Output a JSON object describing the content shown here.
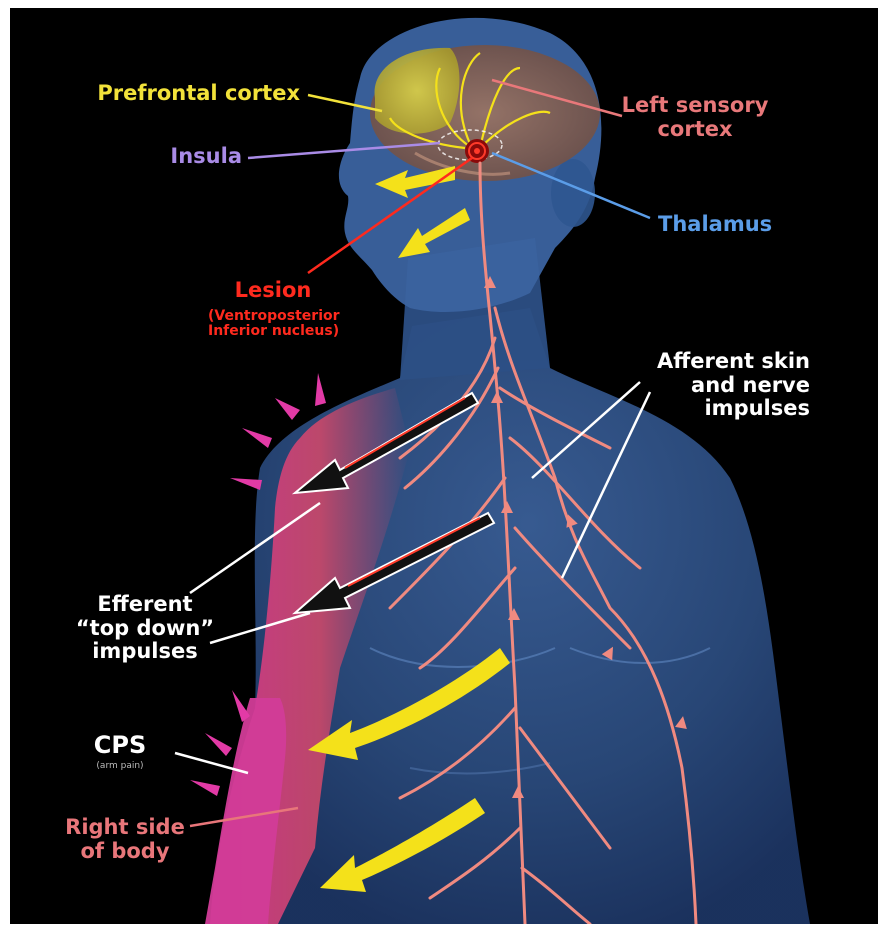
{
  "labels": {
    "prefrontal": "Prefrontal cortex",
    "insula": "Insula",
    "left_sensory_1": "Left sensory",
    "left_sensory_2": "cortex",
    "thalamus": "Thalamus",
    "lesion": "Lesion",
    "lesion_sub_1": "(Ventroposterior",
    "lesion_sub_2": "Inferior nucleus)",
    "afferent_1": "Afferent skin",
    "afferent_2": "and nerve",
    "afferent_3": "impulses",
    "efferent_1": "Efferent",
    "efferent_2": "“top down”",
    "efferent_3": "impulses",
    "cps": "CPS",
    "cps_sub": "(arm pain)",
    "right_side_1": "Right side",
    "right_side_2": "of body"
  },
  "colors": {
    "background": "#000000",
    "prefrontal": "#f2e23a",
    "insula": "#a98be6",
    "left_sensory": "#e8787a",
    "thalamus": "#5b9de8",
    "lesion": "#ff2a1e",
    "white_label": "#ffffff",
    "cps_sub": "#bbbbbb",
    "right_side": "#e8767a",
    "nerve": "#f08a80",
    "yellow_arrow": "#f4e11a",
    "pain_marks": "#e23aa6",
    "body": "#4f7fc0"
  },
  "icons": {
    "yellow_arrow": "yellow-arrow-icon",
    "efferent_arrow": "efferent-arrow-icon",
    "pain_mark": "pain-mark-icon"
  }
}
